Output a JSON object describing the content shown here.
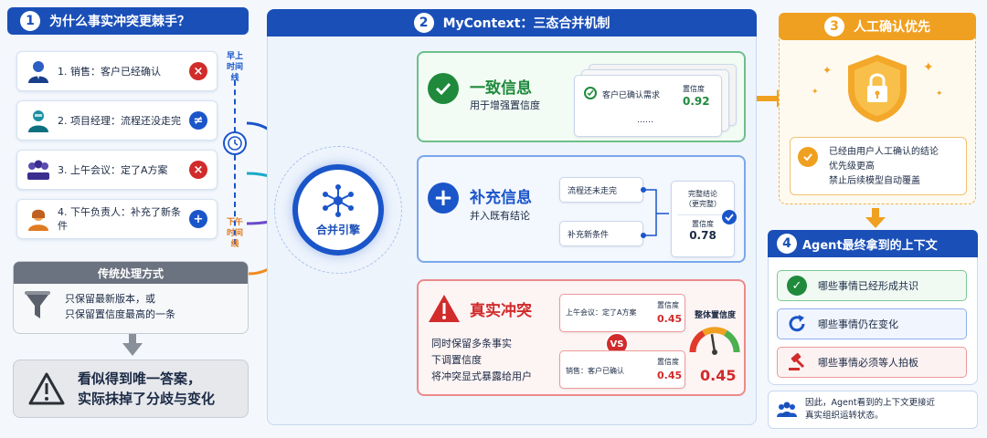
{
  "col1": {
    "num": "1",
    "title": "为什么事实冲突更棘手？",
    "items": [
      {
        "text": "1. 销售：客户已经确认",
        "status": "×"
      },
      {
        "text": "2. 项目经理：流程还没走完",
        "status": "≠"
      },
      {
        "text": "3. 上午会议：定了A方案",
        "status": "×"
      },
      {
        "text": "4. 下午负责人：补充了新条件",
        "status": "+"
      }
    ],
    "timeline_top": "早上时间线",
    "timeline_bottom": "下午时间线",
    "traditional": {
      "title": "传统处理方式",
      "line1": "只保留最新版本，或",
      "line2": "只保留置信度最高的一条"
    },
    "warning": {
      "line1": "看似得到唯一答案，",
      "line2": "实际抹掉了分歧与变化"
    }
  },
  "col2": {
    "num": "2",
    "title": "MyContext：三态合并机制",
    "engine": "合并引擎",
    "consistent": {
      "title": "一致信息",
      "desc": "用于增强置信度",
      "card_text": "客户已确认需求",
      "card_conf_label": "置信度",
      "card_conf": "0.92",
      "ellipsis": "……"
    },
    "supplement": {
      "title": "补充信息",
      "desc": "并入既有结论",
      "in1": "流程还未走完",
      "in2": "补充新条件",
      "out_title1": "完整结论",
      "out_title2": "（更完整）",
      "out_conf_label": "置信度",
      "out_conf": "0.78"
    },
    "conflict": {
      "title": "真实冲突",
      "desc1": "同时保留多条事实",
      "desc2": "下调置信度",
      "desc3": "将冲突显式暴露给用户",
      "a_text": "上午会议：定了A方案",
      "a_conf_label": "置信度",
      "a_conf": "0.45",
      "vs": "VS",
      "b_text": "销售：客户已确认",
      "b_conf_label": "置信度",
      "b_conf": "0.45",
      "gauge_label": "整体置信度",
      "gauge_value": "0.45",
      "gauge_fraction": 0.45
    }
  },
  "col3": {
    "num": "3",
    "title": "人工确认优先",
    "line1": "已经由用户人工确认的结论",
    "line2": "优先级更高",
    "line3": "禁止后续模型自动覆盖"
  },
  "col4": {
    "num": "4",
    "title": "Agent最终拿到的上下文",
    "items": [
      {
        "text": "哪些事情已经形成共识"
      },
      {
        "text": "哪些事情仍在变化"
      },
      {
        "text": "哪些事情必须等人拍板"
      }
    ],
    "footer1": "因此，Agent看到的上下文更接近",
    "footer2": "真实组织运转状态。"
  },
  "colors": {
    "blue": "#1a55c9",
    "green": "#1f8a3c",
    "red": "#d12b2b",
    "orange": "#f0a020"
  }
}
